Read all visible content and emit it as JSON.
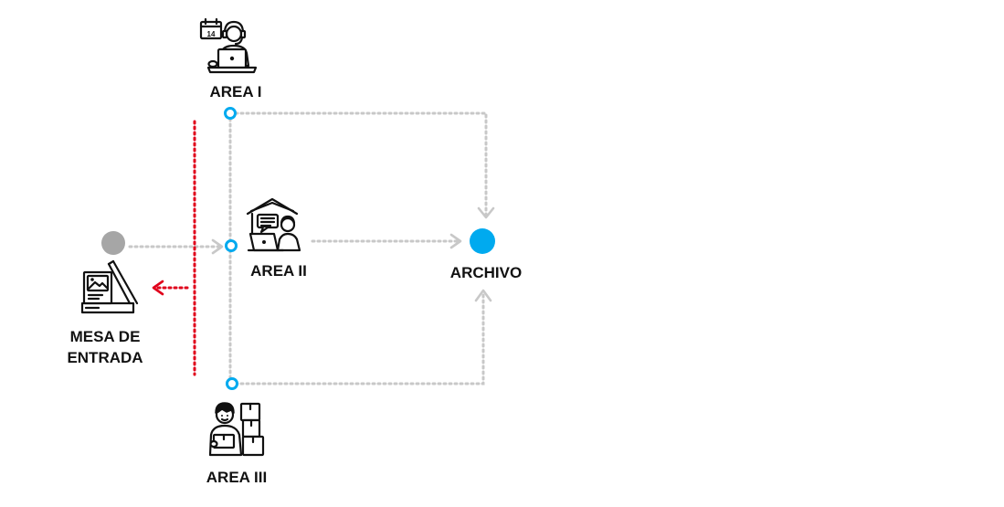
{
  "nodes": {
    "area1": {
      "label": "AREA I"
    },
    "area2": {
      "label": "AREA II"
    },
    "area3": {
      "label": "AREA III"
    },
    "archivo": {
      "label": "ARCHIVO"
    },
    "mesa": {
      "label_line1": "MESA DE",
      "label_line2": "ENTRADA"
    }
  },
  "colors": {
    "connector": "#c8c8c8",
    "node_blue": "#00aaef",
    "node_gray": "#a6a6a6",
    "return_red": "#e0001b",
    "text": "#111111"
  },
  "icons": {
    "area1": "agent-with-headset-laptop-calendar-icon",
    "area2": "home-office-worker-laptop-icon",
    "area3": "worker-with-boxes-icon",
    "mesa": "flatbed-scanner-icon"
  }
}
